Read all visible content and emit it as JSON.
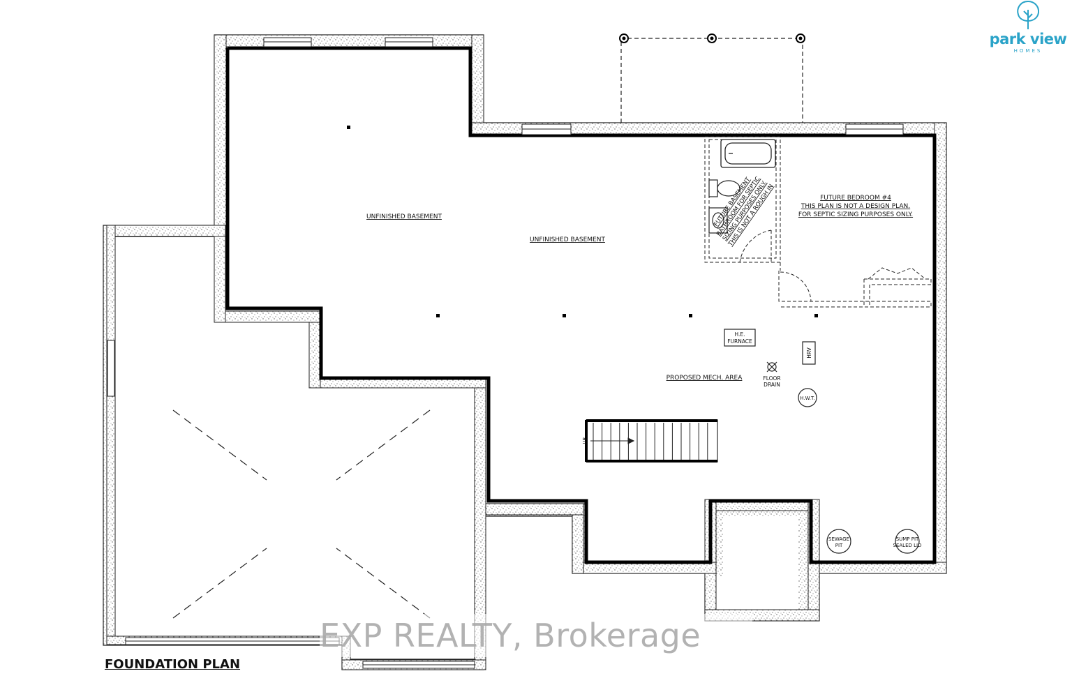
{
  "plan_title": "FOUNDATION PLAN",
  "watermark": "EXP REALTY, Brokerage",
  "logo": {
    "brand": "park view",
    "sub": "HOMES",
    "icon": "tree-icon",
    "color": "#2aa3c8"
  },
  "rooms": {
    "unfinished_1": "UNFINISHED BASEMENT",
    "unfinished_2": "UNFINISHED BASEMENT",
    "future_bedroom": "FUTURE BEDROOM #4",
    "bedroom_note_1": "THIS PLAN IS NOT A DESIGN PLAN.",
    "bedroom_note_2": "FOR SEPTIC SIZING PURPOSES ONLY.",
    "bath_note_1": "FUTURE BASEMENT",
    "bath_note_2": "BATHROOM FOR SEPTIC",
    "bath_note_3": "SIZING PURPOSES ONLY.",
    "bath_note_4": "THIS IS NOT A ROUGH IN",
    "mech_area": "PROPOSED MECH. AREA"
  },
  "equipment": {
    "furnace_1": "H.E.",
    "furnace_2": "FURNACE",
    "hrv": "HRV",
    "floor_drain_1": "FLOOR",
    "floor_drain_2": "DRAIN",
    "hwt": "H.W.T.",
    "sewage_1": "SEWAGE",
    "sewage_2": "PIT",
    "sump_1": "SUMP PIT",
    "sump_2": "SEALED LID",
    "stair_dir": "UP"
  }
}
